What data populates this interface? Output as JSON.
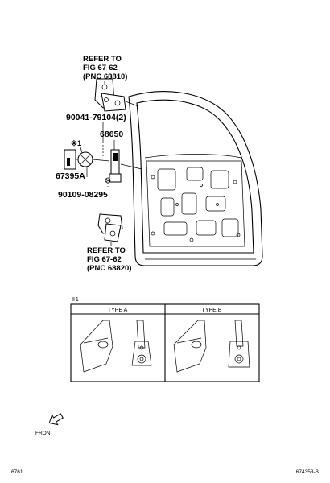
{
  "callouts": {
    "upper_hinge": [
      "REFER TO",
      "FIG 67-62",
      "(PNC 68810)"
    ],
    "bolt": "90041-79104(2)",
    "stay": "68650",
    "ref_mark": "※1",
    "lock": "67395A",
    "screw": "90109-08295",
    "lower_hinge": [
      "REFER TO",
      "FIG 67-62",
      "(PNC 68820)"
    ]
  },
  "detail_table": {
    "note": "※1",
    "columns": [
      "TYPE A",
      "TYPE B"
    ]
  },
  "direction_label": "FRONT",
  "footer": {
    "left": "6761",
    "right": "674353-B"
  },
  "icons": [
    "back-door-panel",
    "upper-hinge",
    "lower-hinge",
    "door-stay",
    "lock-assembly",
    "front-arrow-icon"
  ]
}
